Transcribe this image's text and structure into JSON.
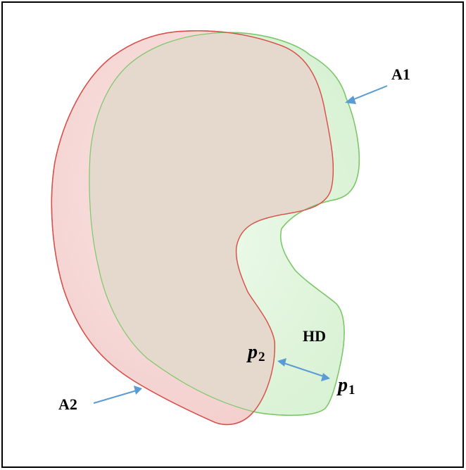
{
  "labels": {
    "a1": "A1",
    "a2": "A2",
    "hd": "HD",
    "p1_base": "p",
    "p1_sub": "1",
    "p2_base": "p",
    "p2_sub": "2"
  },
  "colors": {
    "frame": "#000000",
    "a1_fill": "#dff5dc",
    "a1_stroke": "#6fbe5f",
    "a2_fill": "#f6d9d8",
    "a2_stroke": "#d24b45",
    "overlap_fill": "#e5d8cc",
    "arrow": "#5b9bd5"
  }
}
